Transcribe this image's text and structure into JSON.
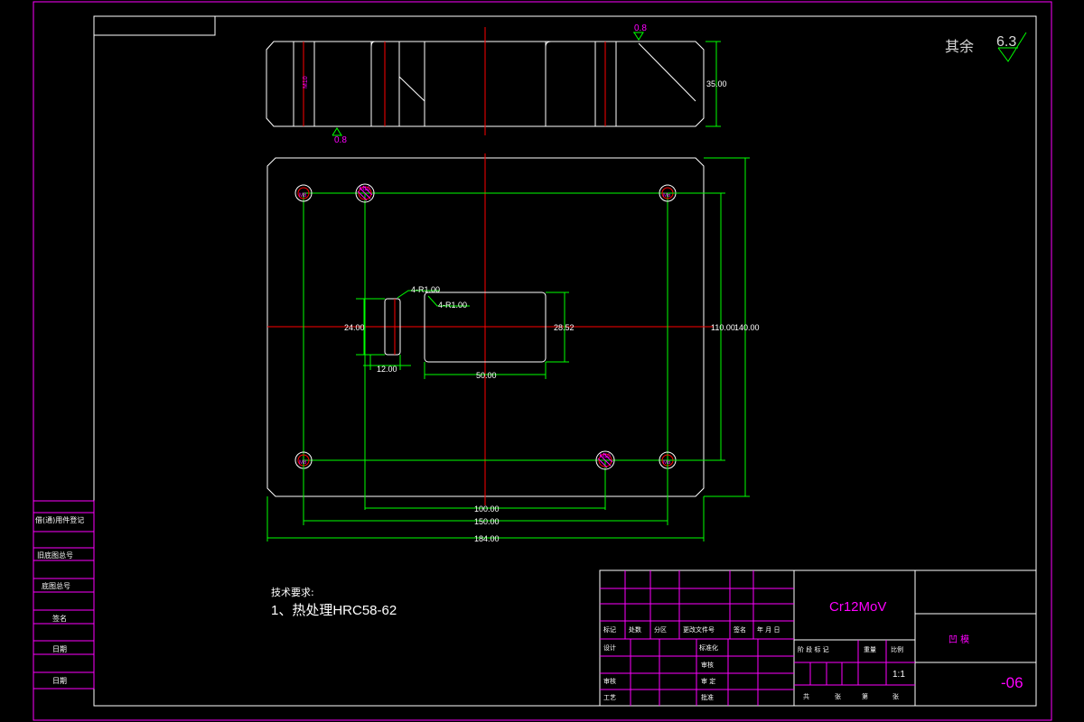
{
  "roughness": {
    "other_label": "其余",
    "value": "6.3",
    "local_values": [
      "0.8",
      "0.8"
    ]
  },
  "front_view": {
    "height_dim": "35.00",
    "thread_label": "M10"
  },
  "plan_view": {
    "hole_labels": [
      "M8",
      "M10",
      "M8",
      "M8",
      "M10",
      "M8"
    ],
    "radius_labels": [
      "4-R1.00",
      "4-R1.00"
    ],
    "dims": {
      "slot_height": "24.00",
      "slot_width": "12.00",
      "window_width": "50.00",
      "window_height": "28.52",
      "pin_spacing": "100.00",
      "hole_spacing_x": "150.00",
      "overall_width": "184.00",
      "hole_spacing_y": "110.00",
      "overall_height": "140.00"
    }
  },
  "technical_requirements": {
    "title": "技术要求:",
    "line1": "1、热处理HRC58-62"
  },
  "side_table": [
    "借(通)用件登记",
    "旧底图总号",
    "底图总号",
    "签名",
    "日期",
    "日期"
  ],
  "title_block": {
    "material": "Cr12MoV",
    "part_name": "凹 模",
    "drawing_number": "-06",
    "scale": "1:1",
    "rev_headers": [
      "标记",
      "处数",
      "分区",
      "更改文件号",
      "签名",
      "年 月 日"
    ],
    "left_labels": [
      "设计",
      "审核",
      "工艺"
    ],
    "mid_labels": [
      "标准化",
      "批准"
    ],
    "stage_headers": [
      "阶 段 标 记",
      "重量",
      "比例"
    ],
    "bottom_row": [
      "共",
      "张",
      "第",
      "张"
    ]
  }
}
